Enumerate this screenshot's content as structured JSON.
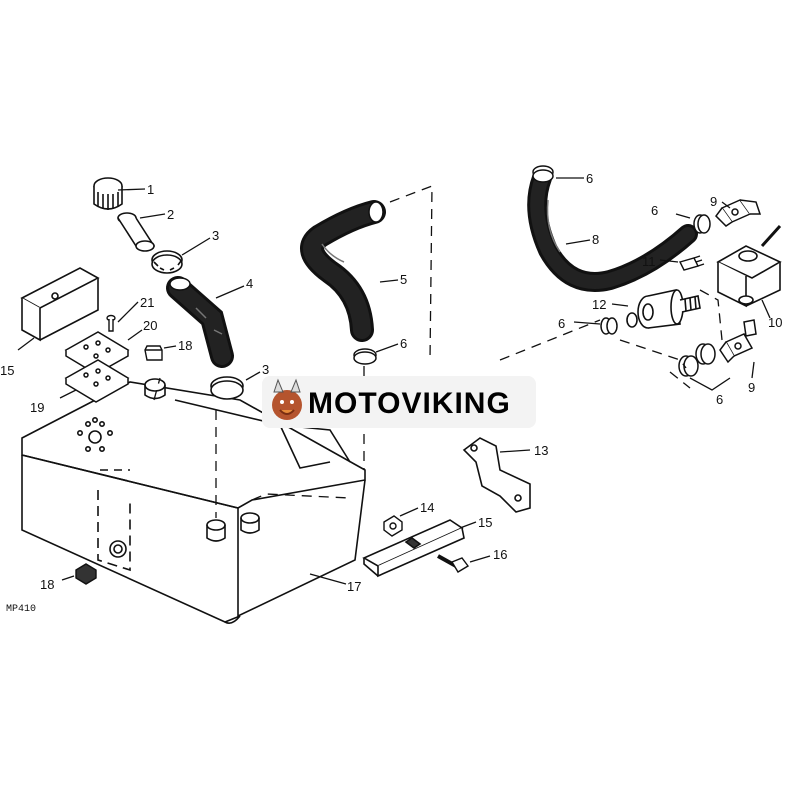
{
  "diagram": {
    "drawing_code": "MP410",
    "watermark": "MOTOVIKING",
    "callouts": [
      {
        "id": "c1",
        "text": "1"
      },
      {
        "id": "c2",
        "text": "2"
      },
      {
        "id": "c3a",
        "text": "3"
      },
      {
        "id": "c3b",
        "text": "3"
      },
      {
        "id": "c4",
        "text": "4"
      },
      {
        "id": "c5",
        "text": "5"
      },
      {
        "id": "c6a",
        "text": "6"
      },
      {
        "id": "c6b",
        "text": "6"
      },
      {
        "id": "c6c",
        "text": "6"
      },
      {
        "id": "c6d",
        "text": "6"
      },
      {
        "id": "c6e",
        "text": "6"
      },
      {
        "id": "c8",
        "text": "8"
      },
      {
        "id": "c9a",
        "text": "9"
      },
      {
        "id": "c9b",
        "text": "9"
      },
      {
        "id": "c10",
        "text": "10"
      },
      {
        "id": "c11",
        "text": "11"
      },
      {
        "id": "c12",
        "text": "12"
      },
      {
        "id": "c13",
        "text": "13"
      },
      {
        "id": "c14",
        "text": "14"
      },
      {
        "id": "c15a",
        "text": "15"
      },
      {
        "id": "c15b",
        "text": "15"
      },
      {
        "id": "c16",
        "text": "16"
      },
      {
        "id": "c17",
        "text": "17"
      },
      {
        "id": "c18a",
        "text": "18"
      },
      {
        "id": "c18b",
        "text": "18"
      },
      {
        "id": "c19",
        "text": "19"
      },
      {
        "id": "c20",
        "text": "20"
      },
      {
        "id": "c21",
        "text": "21"
      }
    ]
  }
}
